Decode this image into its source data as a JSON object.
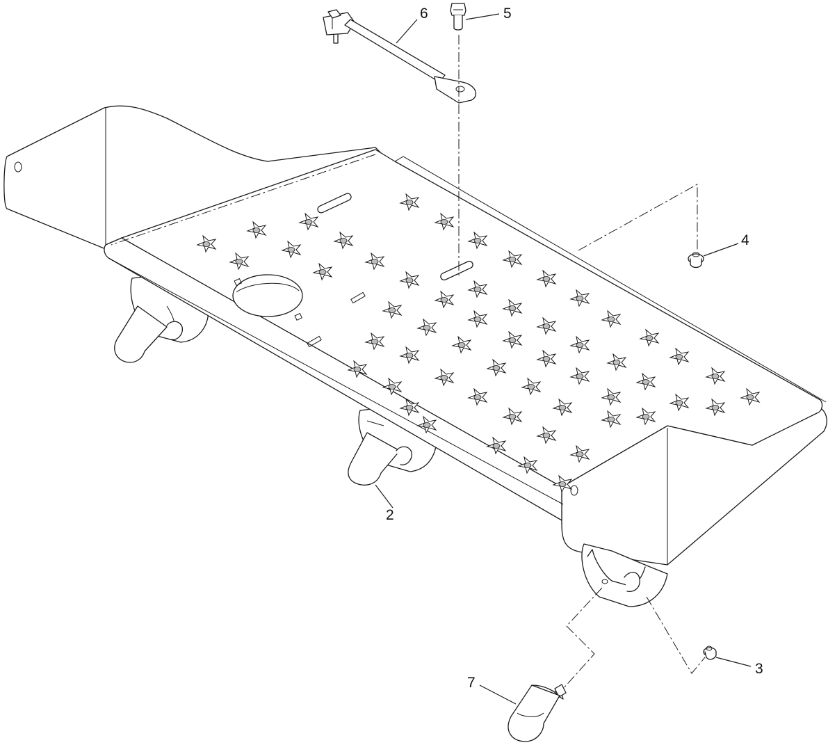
{
  "diagram": {
    "callouts": [
      {
        "id": "2",
        "label": "2"
      },
      {
        "id": "3",
        "label": "3"
      },
      {
        "id": "4",
        "label": "4"
      },
      {
        "id": "5",
        "label": "5"
      },
      {
        "id": "6",
        "label": "6"
      },
      {
        "id": "7",
        "label": "7"
      }
    ],
    "colors": {
      "line": "#1a1a1a",
      "background": "#ffffff",
      "shade": "#bdbdbd"
    }
  }
}
